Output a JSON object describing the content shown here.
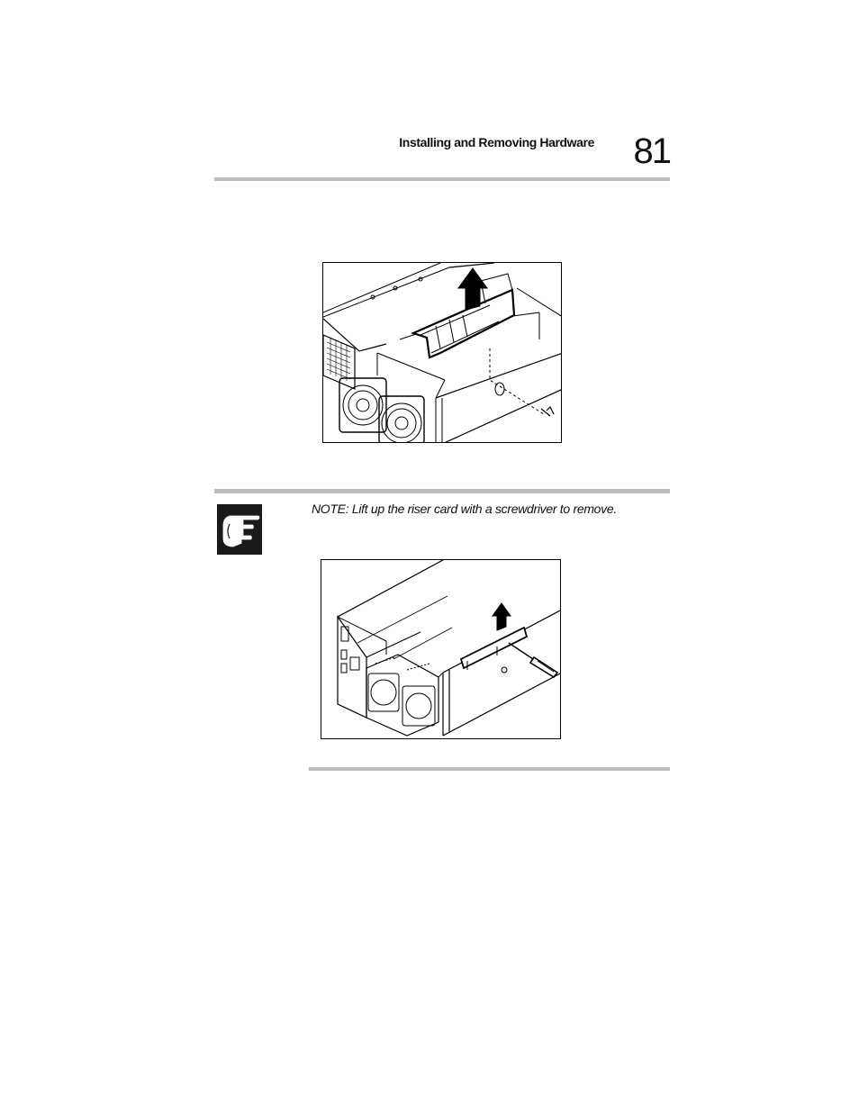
{
  "header": {
    "title": "Installing and Removing Hardware",
    "page_number": "81"
  },
  "note": {
    "text": "NOTE: Lift up the riser card with a screwdriver to remove.",
    "icon": "pointing-hand-icon"
  },
  "figures": [
    {
      "name": "riser-card-removal-illustration"
    },
    {
      "name": "riser-card-screwdriver-illustration"
    }
  ]
}
